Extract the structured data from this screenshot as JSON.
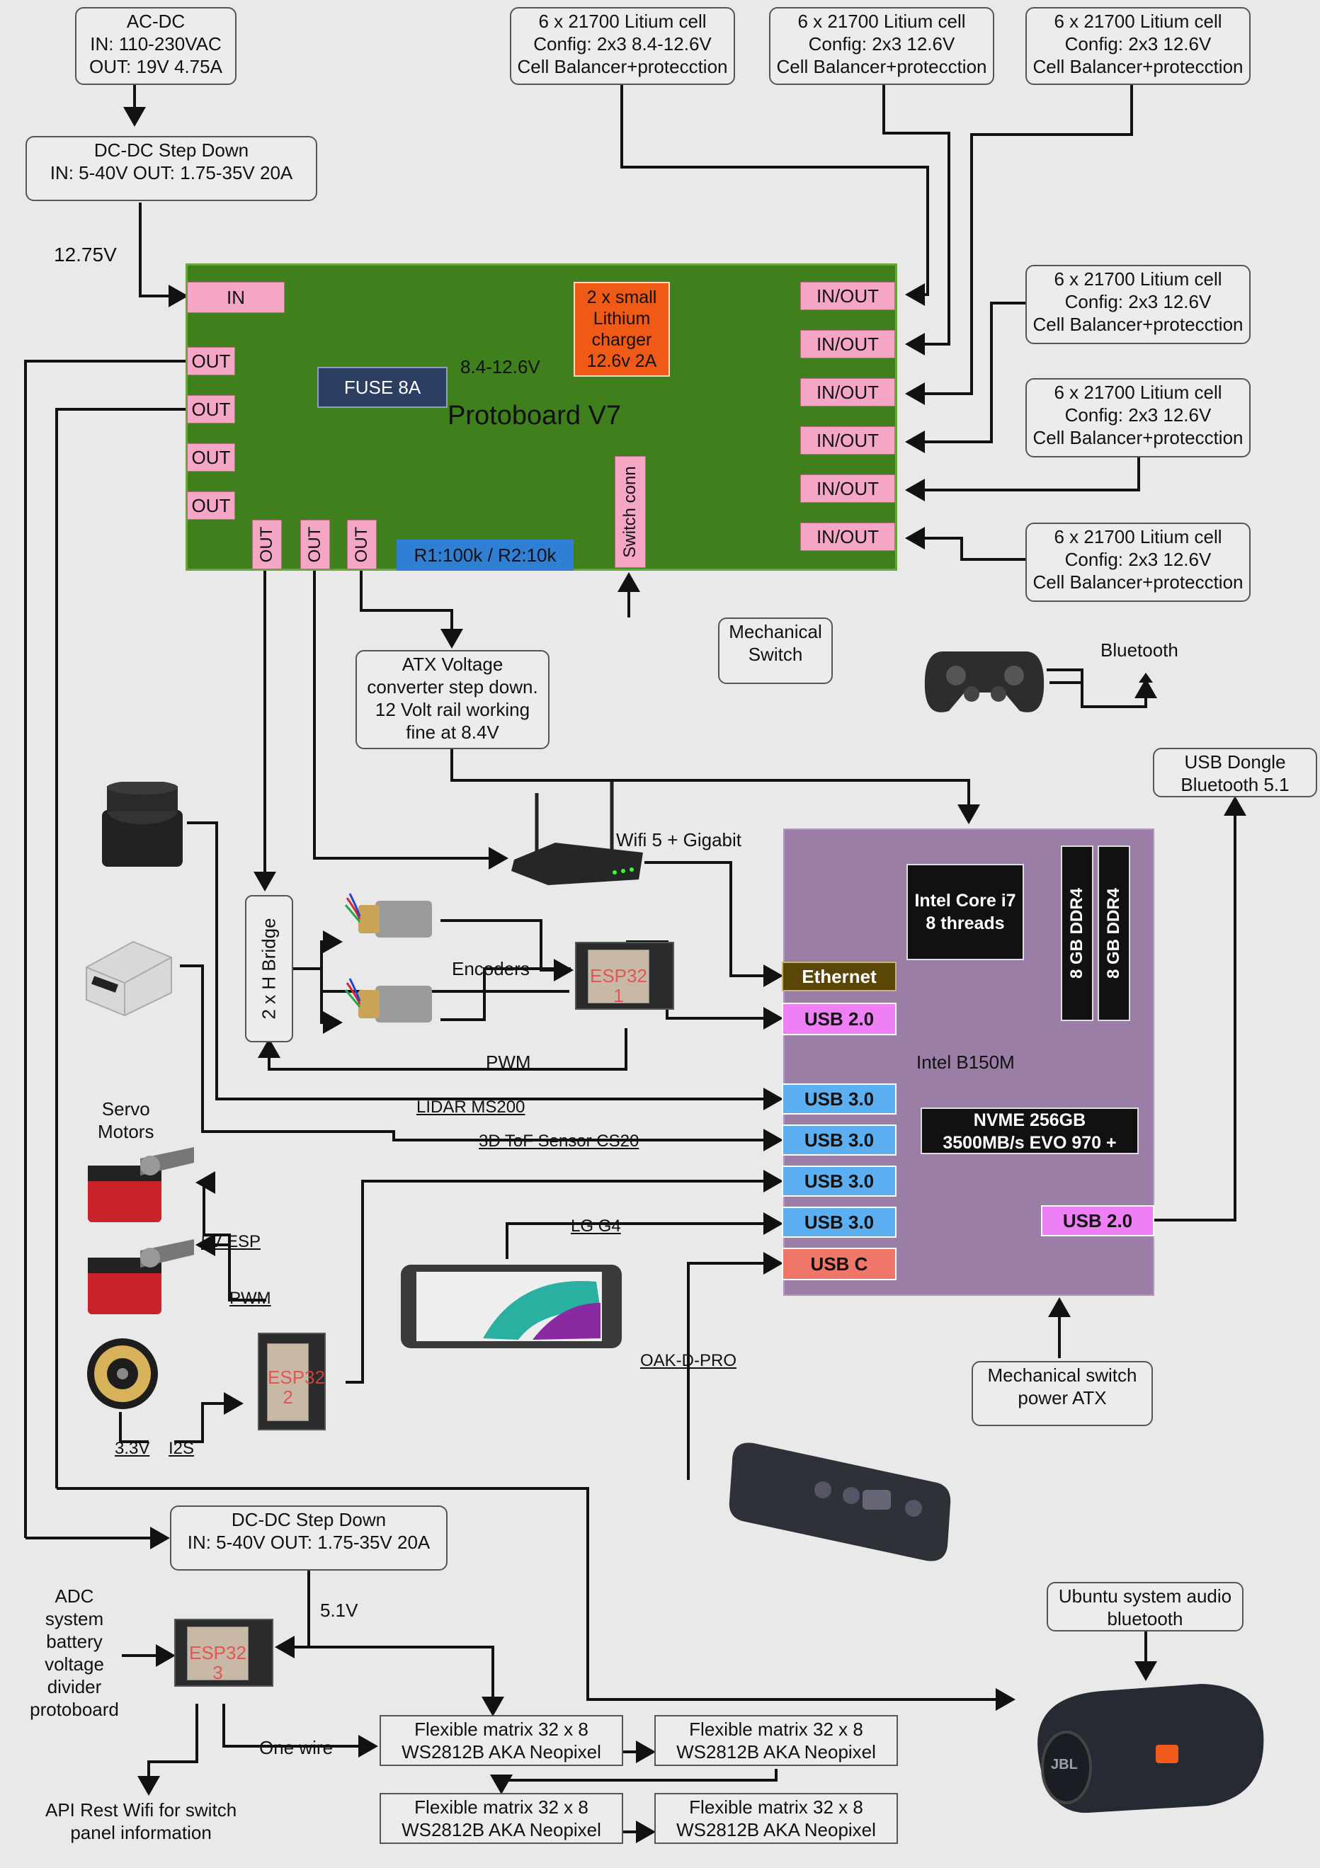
{
  "colors": {
    "background": "#e9e9e9",
    "protoboard": "#3f7f1c",
    "pin": "#f4a6c4",
    "charger": "#ef5a16",
    "fuse": "#2c3f63",
    "resistor_divider": "#2f7fd4",
    "motherboard": "#9b7ea6",
    "ethernet": "#5a4708",
    "usb2": "#ef7ff5",
    "usb3": "#5cb0f2",
    "usbc": "#f0766a"
  },
  "power_in": {
    "acdc": "AC-DC\nIN: 110-230VAC\nOUT: 19V 4.75A",
    "stepdown": "DC-DC Step Down\nIN: 5-40V OUT: 1.75-35V 20A",
    "voltage_label": "12.75V"
  },
  "batteries": [
    "6 x 21700 Litium cell\nConfig: 2x3 8.4-12.6V\nCell Balancer+protecction",
    "6 x 21700 Litium cell\nConfig: 2x3 12.6V\nCell Balancer+protecction",
    "6 x 21700 Litium cell\nConfig: 2x3 12.6V\nCell Balancer+protecction",
    "6 x 21700 Litium cell\nConfig: 2x3 12.6V\nCell Balancer+protecction",
    "6 x 21700 Litium cell\nConfig: 2x3 12.6V\nCell Balancer+protecction",
    "6 x 21700 Litium cell\nConfig: 2x3 12.6V\nCell Balancer+protecction"
  ],
  "protoboard": {
    "title": "Protoboard V7",
    "in": "IN",
    "out": "OUT",
    "inout": "IN/OUT",
    "charger": "2 x small\nLithium\ncharger\n12.6v 2A",
    "fuse": "FUSE 8A",
    "fuse_voltage": "8.4-12.6V",
    "divider": "R1:100k / R2:10k",
    "switch_conn": "Switch conn"
  },
  "mechanical_switch": "Mechanical\nSwitch",
  "atx": "ATX Voltage\nconverter step down.\n12 Volt rail working\nfine at 8.4V",
  "gamepad": {
    "label": "Bluetooth"
  },
  "usb_dongle": "USB Dongle\nBluetooth 5.1",
  "router": {
    "label": "Wifi 5 + Gigabit"
  },
  "hbridge": "2 x H Bridge",
  "encoders": "Encoders",
  "pwm": "PWM",
  "esp32": [
    "ESP32\n1",
    "ESP32\n2",
    "ESP32\n3"
  ],
  "sensors": {
    "lidar": "LIDAR MS200",
    "tof": "3D ToF Sensor CS20",
    "phone": "LG G4",
    "camera": "OAK-D-PRO"
  },
  "motherboard": {
    "name": "Intel B150M",
    "cpu": "Intel Core i7\n8 threads",
    "ram": [
      "8 GB DDR4",
      "8 GB DDR4"
    ],
    "nvme": "NVME 256GB\n3500MB/s EVO 970 +",
    "ethernet": "Ethernet",
    "usb2_left": "USB  2.0",
    "usb3": [
      "USB 3.0",
      "USB 3.0",
      "USB 3.0",
      "USB 3.0"
    ],
    "usbc": "USB C",
    "usb2_right": "USB 2.0",
    "power_switch": "Mechanical switch\npower ATX"
  },
  "servo": {
    "title": "Servo\nMotors",
    "esp5v": "5V ESP",
    "pwm": "PWM",
    "v33": "3.3V",
    "i2s": "I2S"
  },
  "lower": {
    "stepdown": "DC-DC Step Down\nIN: 5-40V OUT: 1.75-35V 20A",
    "v51": "5.1V",
    "adc": "ADC\nsystem\nbattery\nvoltage\ndivider\nprotoboard",
    "one_wire": "One wire",
    "api": "API Rest Wifi for switch\npanel information",
    "matrix": [
      "Flexible matrix 32 x 8\nWS2812B AKA Neopixel",
      "Flexible matrix 32 x 8\nWS2812B AKA Neopixel",
      "Flexible matrix 32 x 8\nWS2812B AKA Neopixel",
      "Flexible matrix 32 x 8\nWS2812B AKA Neopixel"
    ],
    "audio": "Ubuntu system audio\nbluetooth",
    "speaker_brand": "JBL"
  }
}
